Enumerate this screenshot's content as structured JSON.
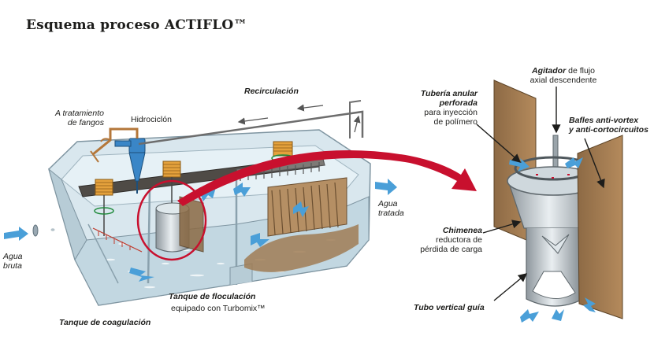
{
  "title": "Esquema proceso ACTIFLO™",
  "labels": {
    "recirculacion": "Recirculación",
    "a_tratamiento_1": "A tratamiento",
    "a_tratamiento_2": "de fangos",
    "hidrociclon": "Hidrociclón",
    "agua_bruta_1": "Agua",
    "agua_bruta_2": "bruta",
    "agua_tratada_1": "Agua",
    "agua_tratada_2": "tratada",
    "tanque_floculacion_1": "Tanque de floculación",
    "tanque_floculacion_2": "equipado con Turbomix™",
    "tanque_coagulacion": "Tanque de coagulación",
    "agitador_bold": "Agitador",
    "agitador_rest": " de flujo",
    "agitador_2": "axial descendente",
    "tuberia_1": "Tubería anular",
    "tuberia_2": "perforada",
    "tuberia_3": "para inyección",
    "tuberia_4": "de polímero",
    "bafles_1": "Bafles anti-vortex",
    "bafles_2": "y anti-cortocircuitos",
    "chimenea_1": "Chimenea",
    "chimenea_2": "reductora de",
    "chimenea_3": "pérdida de carga",
    "tubo_vertical": "Tubo vertical guía"
  },
  "colors": {
    "water": "#cfe3ec",
    "tank_wall": "#8aa1ad",
    "flow_arrow": "#4a9fd8",
    "red_accent": "#c8102e",
    "baffle": "#a47b50",
    "sludge": "#9c7a52",
    "rotor": "#e4a13c"
  }
}
